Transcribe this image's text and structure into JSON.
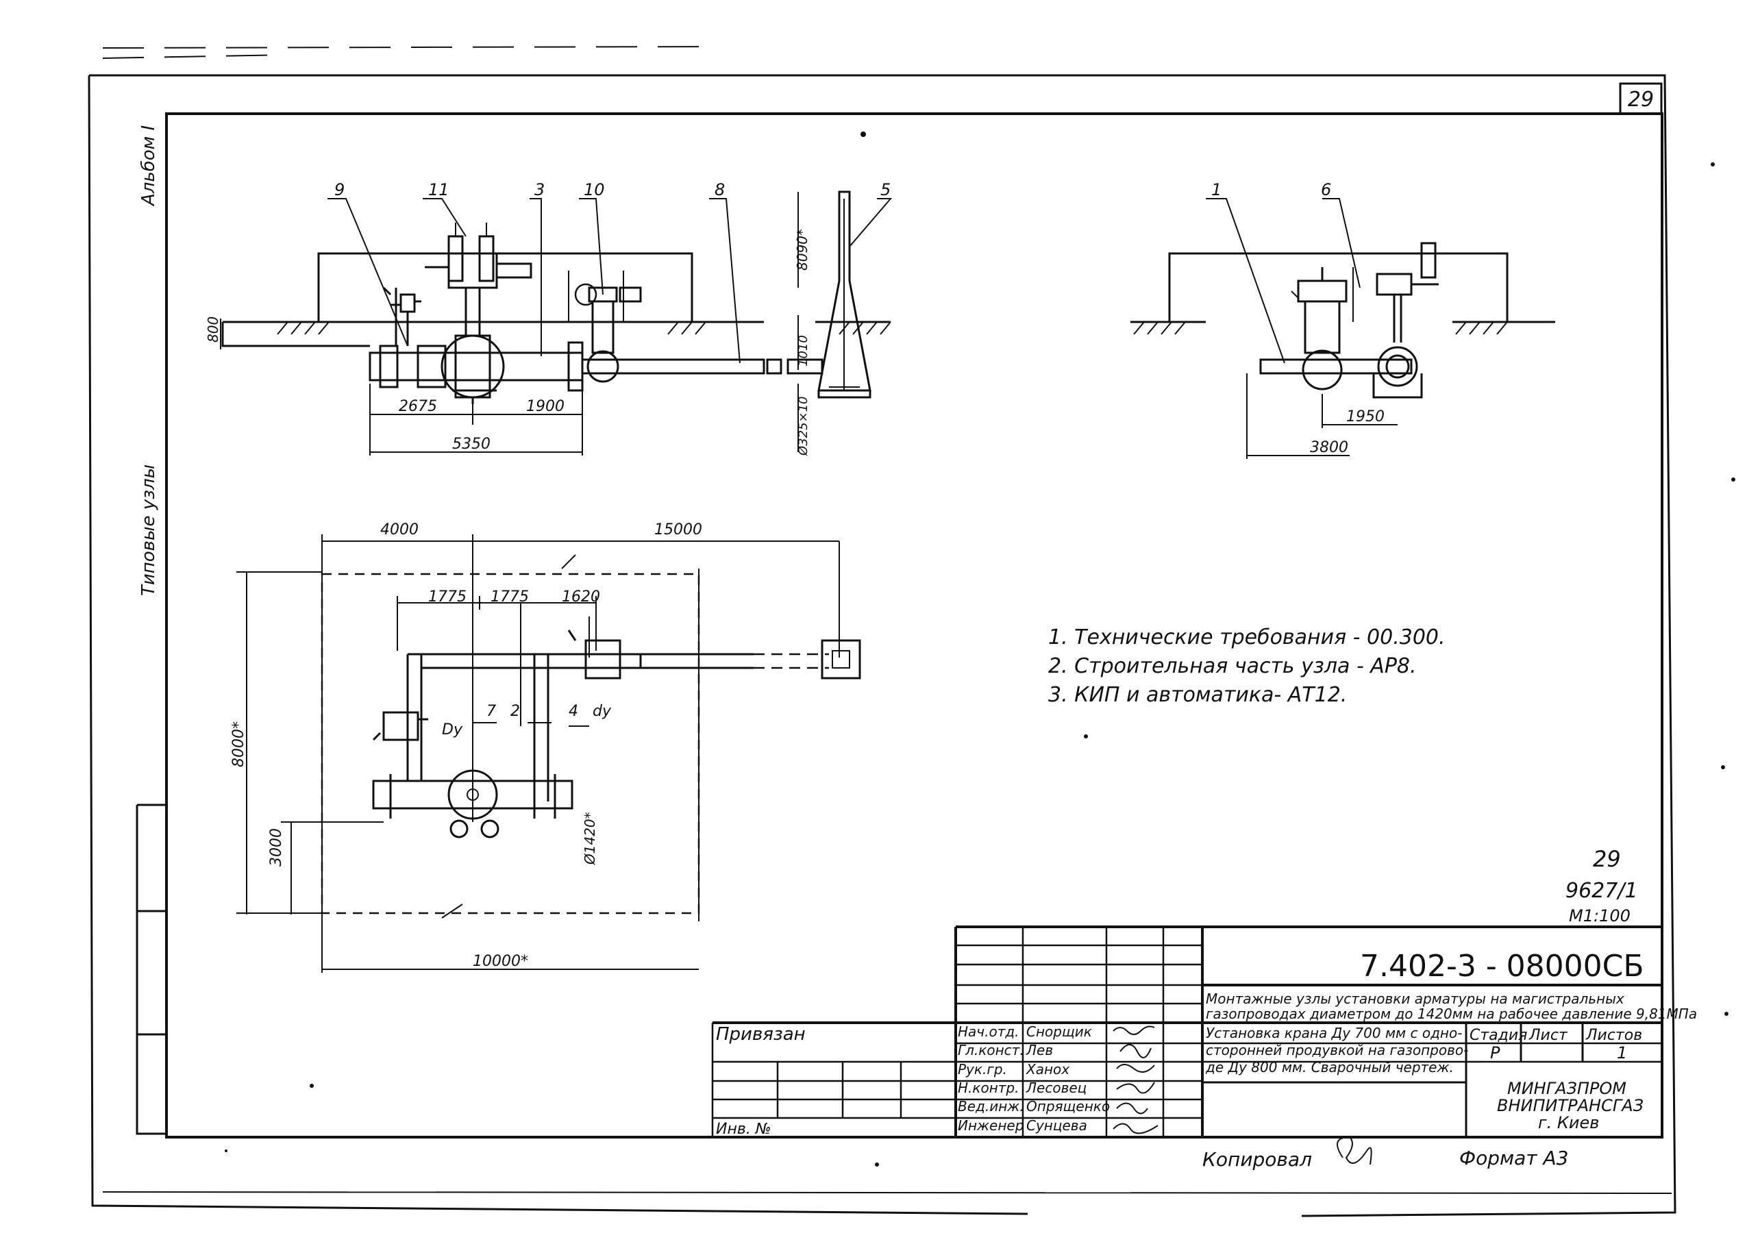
{
  "sheet_number": "29",
  "side_labels": {
    "album": "Альбом I",
    "type_nodes": "Типовые узлы"
  },
  "view1": {
    "callouts": [
      "9",
      "11",
      "3",
      "10",
      "8",
      "5"
    ],
    "dims": {
      "d800": "800",
      "d2675": "2675",
      "d1900": "1900",
      "d5350": "5350",
      "d8090": "8090*",
      "d1010": "1010",
      "d1325": "Ø325×10"
    }
  },
  "view2": {
    "callouts": [
      "1",
      "6"
    ],
    "dims": {
      "d1950": "1950",
      "d3800": "3800"
    }
  },
  "plan": {
    "dims": {
      "d4000": "4000",
      "d15000": "15000",
      "d1775a": "1775",
      "d1775b": "1775",
      "d1620": "1620",
      "d8000": "8000*",
      "d3000": "3000",
      "d10000": "10000*",
      "d1420": "Ø1420*"
    },
    "labels": [
      "7",
      "2",
      "4",
      "dy",
      "Dy"
    ]
  },
  "notes": [
    "1. Технические требования - 00.300.",
    "2. Строительная часть узла - АР8.",
    "3. КИП и автоматика- АТ12."
  ],
  "ref": {
    "line1": "29",
    "line2": "9627/1",
    "line3": "М1:100"
  },
  "title_block": {
    "designation": "7.402-3 - 08000СБ",
    "project_title": [
      "Монтажные узлы установки арматуры на магистральных",
      "газопроводах диаметром до 1420мм на рабочее давление 9,81МПа"
    ],
    "drawing_title": [
      "Установка крана Ду 700 мм с одно-",
      "сторонней продувкой на газопрово-",
      "де Ду 800 мм. Сварочный чертеж."
    ],
    "stage_header": "Стадия",
    "sheet_header": "Лист",
    "sheets_header": "Листов",
    "stage": "Р",
    "sheets": "1",
    "org": [
      "МИНГАЗПРОМ",
      "ВНИПИТРАНСГАЗ",
      "г. Киев"
    ],
    "tied": "Привязан",
    "inv": "Инв. №",
    "roles": [
      "Нач.отд.",
      "Гл.конст.",
      "Рук.гр.",
      "Н.контр.",
      "Вед.инж.",
      "Инженер"
    ],
    "names": [
      "Снорщик",
      "Лев",
      "Ханох",
      "Лесовец",
      "Опрященко",
      "Сунцева"
    ]
  },
  "bottom": {
    "copied": "Копировал",
    "format": "Формат А3"
  }
}
